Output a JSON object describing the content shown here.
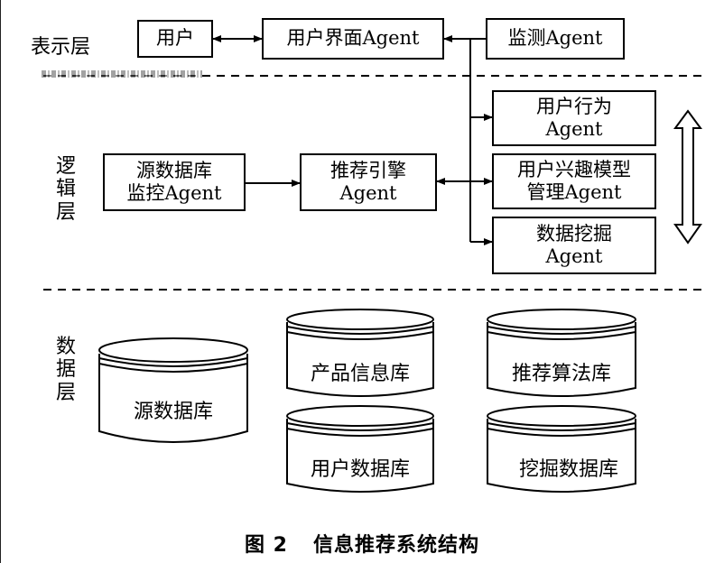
{
  "layers": {
    "presentation": "表示层",
    "logic": "逻\n辑\n层",
    "data": "数\n据\n层"
  },
  "boxes": {
    "user": "用户",
    "ui_agent": "用户界面Agent",
    "monitor_agent": "监测Agent",
    "behavior_agent": "用户行为\nAgent",
    "interest_agent": "用户兴趣模型\n管理Agent",
    "mining_agent": "数据挖掘\nAgent",
    "source_monitor_agent": "源数据库\n监控Agent",
    "recommend_engine": "推荐引擎\nAgent"
  },
  "databases": {
    "source_db": "源数据库",
    "product_db": "产品信息库",
    "user_db": "用户数据库",
    "algorithm_db": "推荐算法库",
    "mining_db": "挖掘数据库"
  },
  "caption": {
    "number": "图 2",
    "title": "信息推荐系统结构"
  }
}
